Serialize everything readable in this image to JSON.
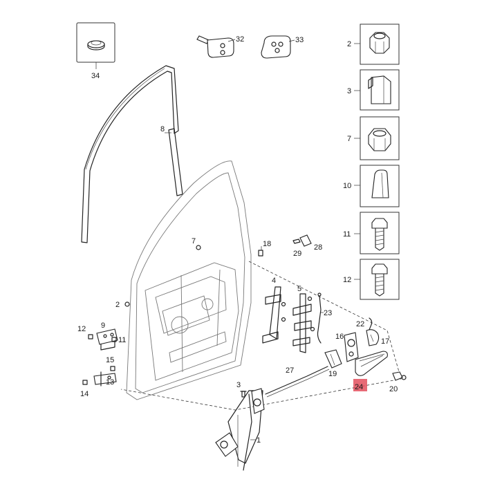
{
  "callouts": {
    "c1": "1",
    "c2": "2",
    "c2b": "2",
    "c3": "3",
    "c3b": "3",
    "c4": "4",
    "c5": "5",
    "c7": "7",
    "c7b": "7",
    "c8": "8",
    "c9": "9",
    "c10": "10",
    "c11": "11",
    "c11b": "11",
    "c12": "12",
    "c12b": "12",
    "c13": "13",
    "c14": "14",
    "c15": "15",
    "c16": "16",
    "c17": "17",
    "c18": "18",
    "c19": "19",
    "c20": "20",
    "c22": "22",
    "c23": "23",
    "c24": "24",
    "c27": "27",
    "c28": "28",
    "c29": "29",
    "c32": "32",
    "c33": "33",
    "c34": "34"
  },
  "highlight": {
    "part": "24",
    "color": "#e0404f"
  }
}
